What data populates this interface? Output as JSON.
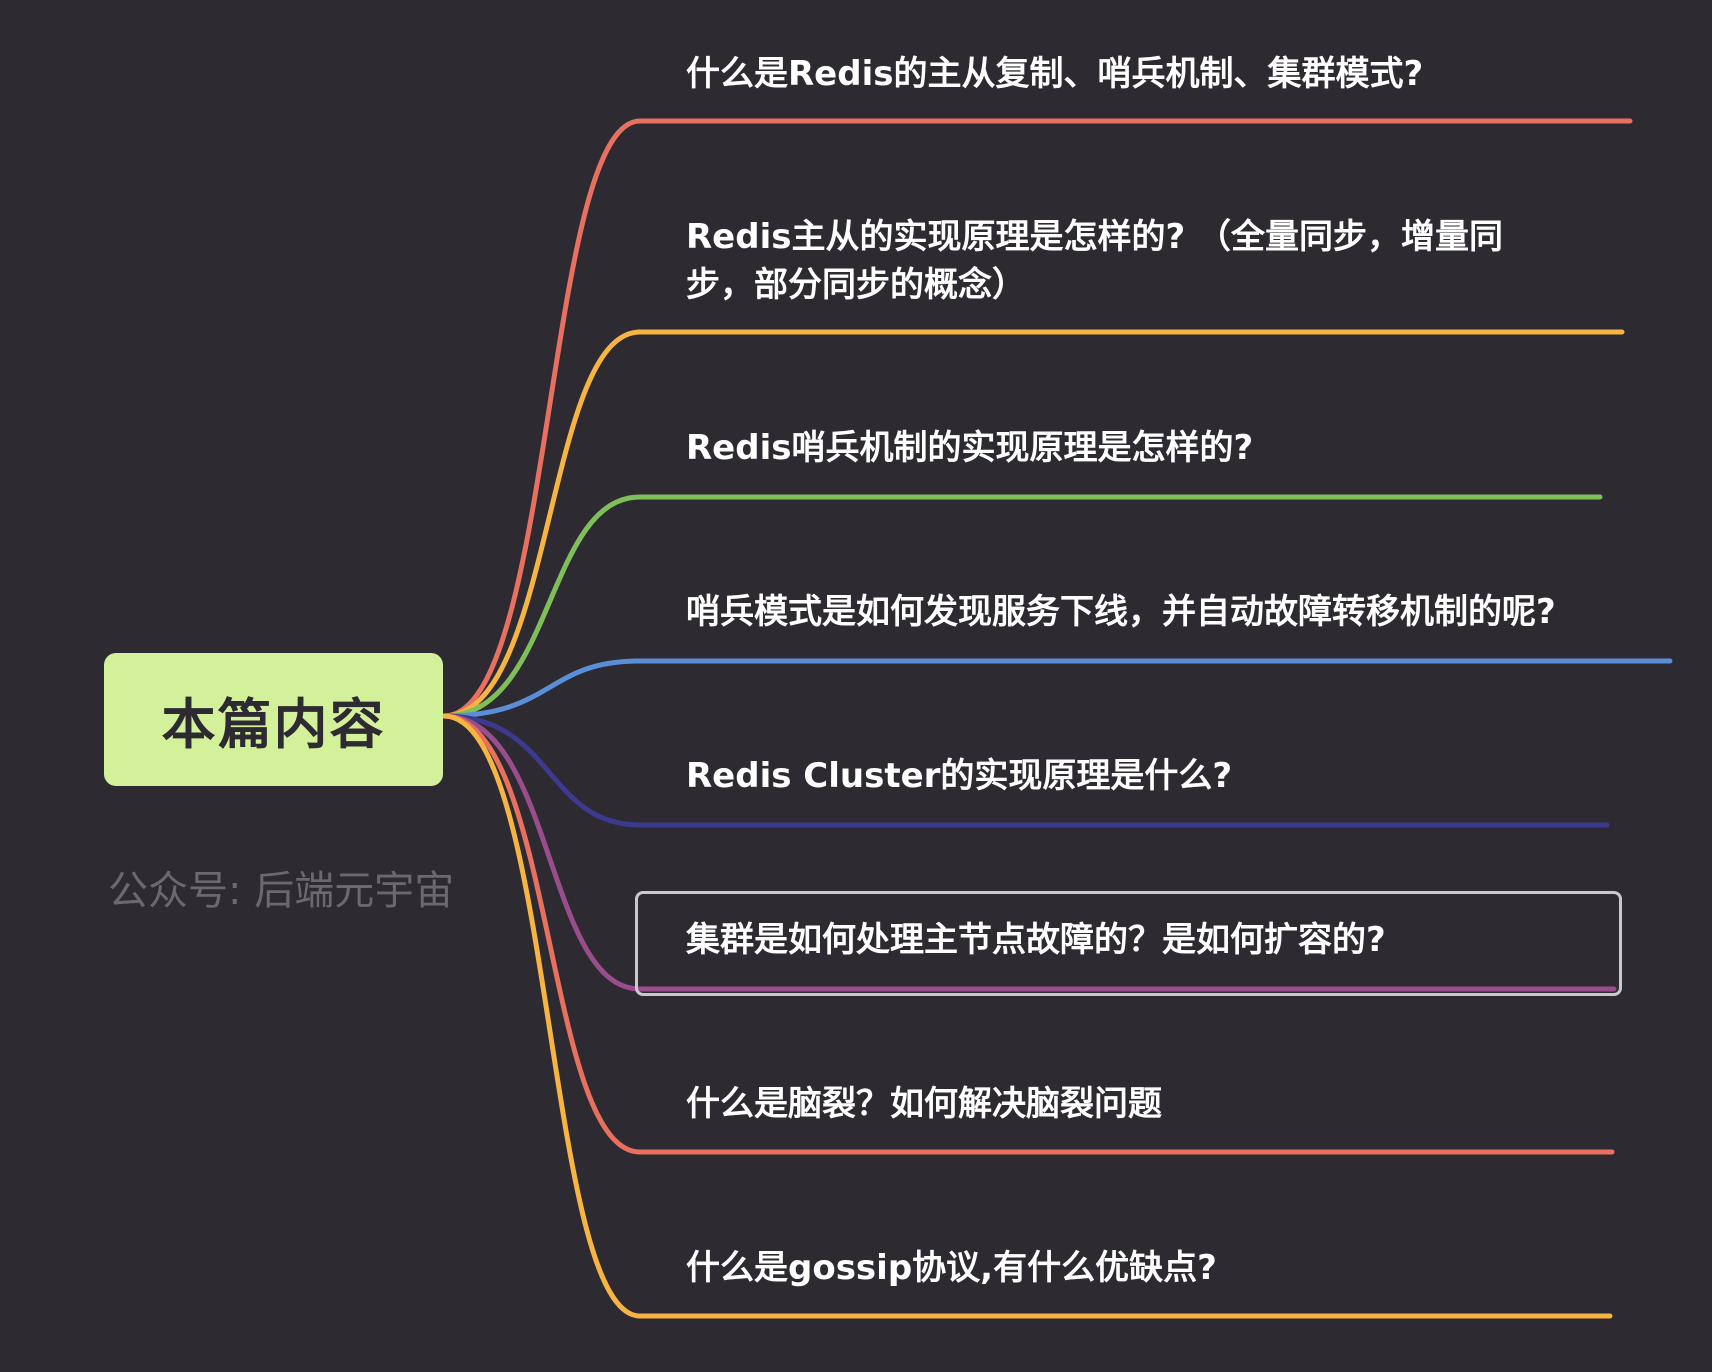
{
  "root": {
    "label": "本篇内容"
  },
  "watermark": "公众号: 后端元宇宙",
  "branches": [
    {
      "label": "什么是Redis的主从复制、哨兵机制、集群模式?",
      "color": "#e8705f"
    },
    {
      "label": "Redis主从的实现原理是怎样的? （全量同步，增量同步，部分同步的概念）",
      "color": "#f6b443"
    },
    {
      "label": "Redis哨兵机制的实现原理是怎样的?",
      "color": "#7fbf5a"
    },
    {
      "label": "哨兵模式是如何发现服务下线，并自动故障转移机制的呢?",
      "color": "#5a8fd8"
    },
    {
      "label": "Redis Cluster的实现原理是什么?",
      "color": "#3b3a8f"
    },
    {
      "label": "集群是如何处理主节点故障的？是如何扩容的?",
      "color": "#9a4d8c"
    },
    {
      "label": "什么是脑裂？如何解决脑裂问题",
      "color": "#e8705f"
    },
    {
      "label": "什么是gossip协议,有什么优缺点?",
      "color": "#f6b443"
    }
  ]
}
